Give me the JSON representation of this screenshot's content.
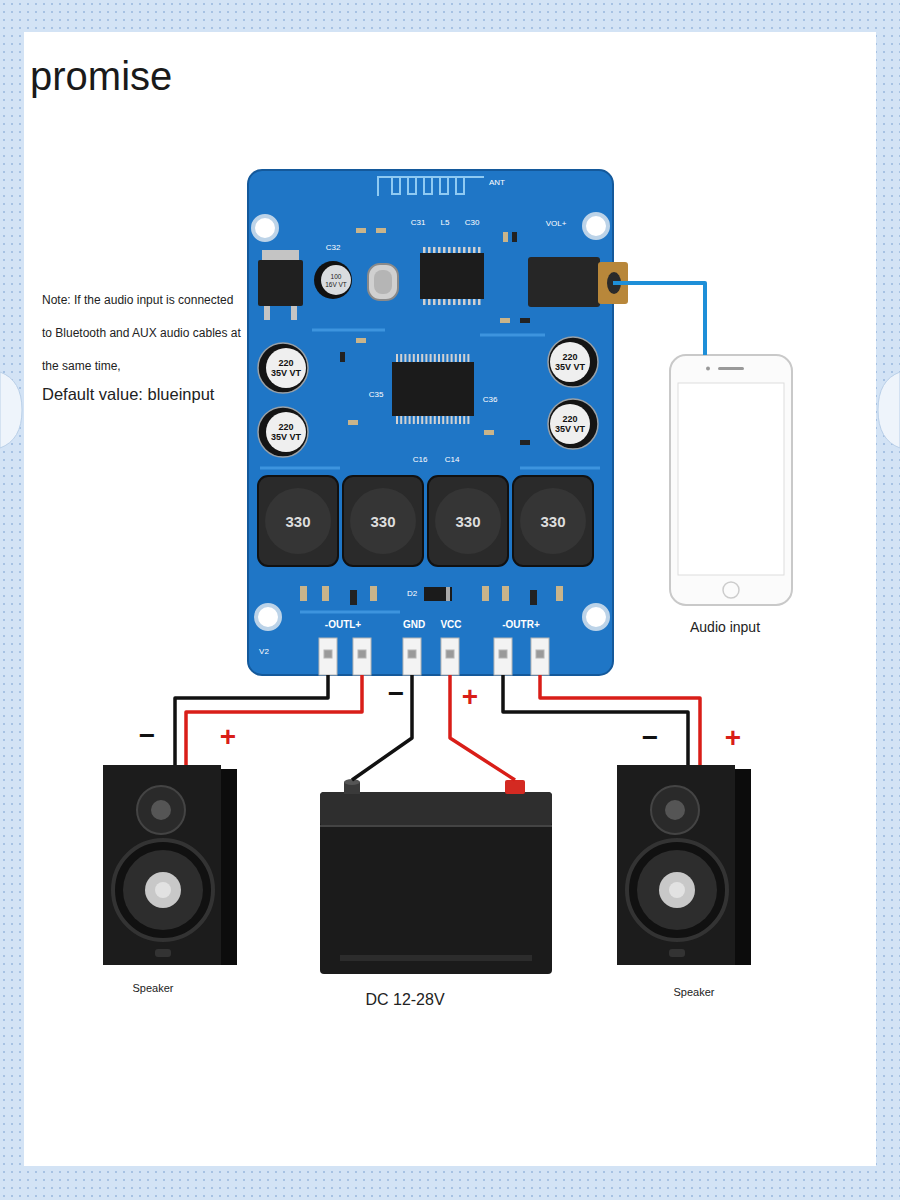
{
  "diagram": {
    "nodes": [
      {
        "text": [
          "-OUTL+",
          "GND",
          "VCC",
          "-OUTR+"
        ]
      },
      {
        "text": [
          "Speaker"
        ]
      },
      {
        "text": [
          "DC 12-28V"
        ]
      },
      {
        "text": [
          "Speaker"
        ]
      },
      {
        "text": [
          "Audio input"
        ]
      }
    ],
    "edges": [
      {
        "from": 0,
        "to": 1,
        "arrow": "none",
        "label": "−"
      },
      {
        "from": 0,
        "to": 1,
        "arrow": "none",
        "label": "+"
      },
      {
        "from": 0,
        "to": 2,
        "arrow": "none",
        "label": "−"
      },
      {
        "from": 0,
        "to": 2,
        "arrow": "none",
        "label": "+"
      },
      {
        "from": 0,
        "to": 3,
        "arrow": "none",
        "label": "−"
      },
      {
        "from": 0,
        "to": 3,
        "arrow": "none",
        "label": "+"
      },
      {
        "from": 4,
        "to": 0,
        "arrow": "none"
      }
    ],
    "labels": [
      "promise",
      "Note: If the audio input is connected to Bluetooth and AUX audio cables at the same time,",
      "Default value: blueinput",
      "ANT",
      "C31",
      "L5",
      "C30",
      "VOL+",
      "C32",
      "100 16V VT",
      "220 35V VT",
      "220 35V VT",
      "220 35V VT",
      "220 35V VT",
      "C35",
      "C36",
      "C16",
      "C14",
      "330",
      "330",
      "330",
      "330",
      "D2",
      "V2"
    ]
  }
}
